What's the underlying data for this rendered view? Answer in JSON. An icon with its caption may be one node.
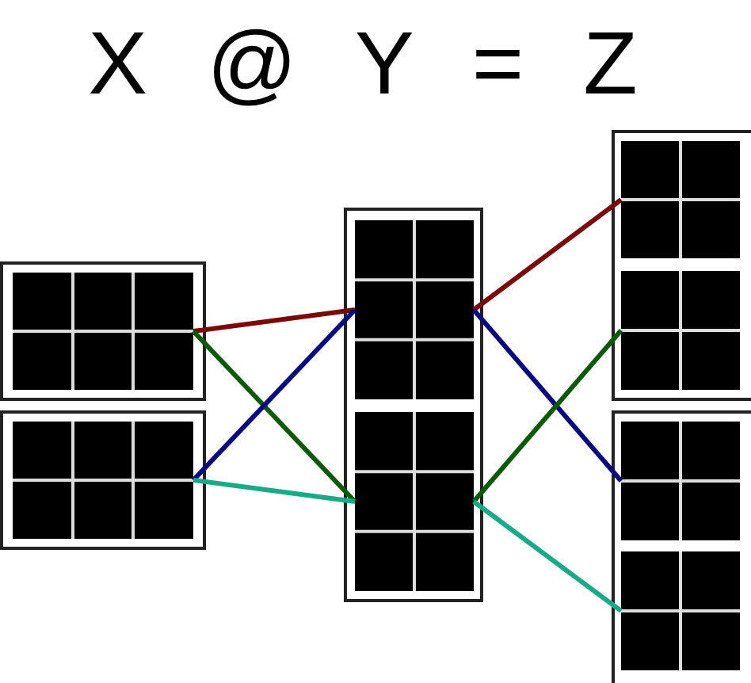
{
  "diagram": {
    "title": "X @ Y = Z",
    "nodes": [
      {
        "text": [],
        "shape": "box"
      },
      {
        "text": [],
        "shape": "box",
        "in": 0
      },
      {
        "text": [],
        "shape": "box"
      },
      {
        "text": [],
        "shape": "box",
        "in": 2
      },
      {
        "text": [],
        "shape": "box"
      },
      {
        "text": [],
        "shape": "box",
        "in": 4
      },
      {
        "text": [],
        "shape": "box",
        "in": 4
      },
      {
        "text": [],
        "shape": "box"
      },
      {
        "text": [],
        "shape": "box",
        "in": 7
      },
      {
        "text": [],
        "shape": "box",
        "in": 7
      },
      {
        "text": [],
        "shape": "box"
      },
      {
        "text": [],
        "shape": "box",
        "in": 10
      },
      {
        "text": [],
        "shape": "box",
        "in": 10
      }
    ],
    "edges": [
      {
        "from": 1,
        "to": 5,
        "arrow": "none",
        "color": "#7a0a0a"
      },
      {
        "from": 1,
        "to": 6,
        "arrow": "none",
        "color": "#0a5a0a"
      },
      {
        "from": 3,
        "to": 5,
        "arrow": "none",
        "color": "#0a0a80"
      },
      {
        "from": 3,
        "to": 6,
        "arrow": "none",
        "color": "#1aaa88"
      },
      {
        "from": 5,
        "to": 8,
        "arrow": "none",
        "color": "#7a0a0a"
      },
      {
        "from": 5,
        "to": 11,
        "arrow": "none",
        "color": "#0a0a80"
      },
      {
        "from": 6,
        "to": 9,
        "arrow": "none",
        "color": "#0a5a0a"
      },
      {
        "from": 6,
        "to": 12,
        "arrow": "none",
        "color": "#1aaa88"
      }
    ]
  }
}
